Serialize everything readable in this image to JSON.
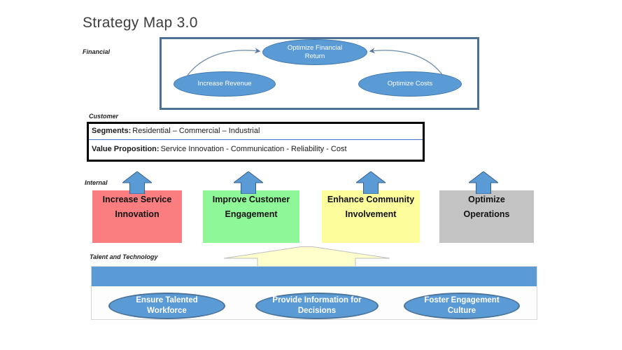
{
  "title": "Strategy Map 3.0",
  "colors": {
    "node_fill": "#5B9BD5",
    "node_border": "#4177AE",
    "financial_frame_border": "#4C7194",
    "customer_frame_border": "#000000",
    "separator_line": "#4472C4",
    "bar_fill": "#5B9BD5",
    "up_arrow_fill": "#5B9BD5",
    "big_arrow_fill": "#FFFFCC",
    "big_arrow_border": "#BFBFBF"
  },
  "sections": {
    "financial": {
      "label": "Financial",
      "nodes": {
        "optimize_financial_return": {
          "line1": "Optimize Financial",
          "line2": "Return"
        },
        "increase_revenue": {
          "line1": "Increase Revenue"
        },
        "optimize_costs": {
          "line1": "Optimize Costs"
        }
      }
    },
    "customer": {
      "label": "Customer",
      "rows": [
        {
          "prefix": "Segments:",
          "text": "Residential – Commercial – Industrial"
        },
        {
          "prefix": "Value Proposition:",
          "text": "Service Innovation - Communication - Reliability - Cost"
        }
      ]
    },
    "internal": {
      "label": "Internal",
      "boxes": [
        {
          "line1": "Increase Service",
          "line2": "Innovation",
          "color": "#FA7D7F"
        },
        {
          "line1": "Improve Customer",
          "line2": "Engagement",
          "color": "#8EF797"
        },
        {
          "line1": "Enhance Community",
          "line2": "Involvement",
          "color": "#FDFD9C"
        },
        {
          "line1": "Optimize",
          "line2": "Operations",
          "color": "#C3C3C3"
        }
      ]
    },
    "talent": {
      "label": "Talent and Technology",
      "nodes": [
        {
          "line1": "Ensure Talented",
          "line2": "Workforce"
        },
        {
          "line1": "Provide Information for",
          "line2": "Decisions"
        },
        {
          "line1": "Foster Engagement",
          "line2": "Culture"
        }
      ]
    }
  }
}
